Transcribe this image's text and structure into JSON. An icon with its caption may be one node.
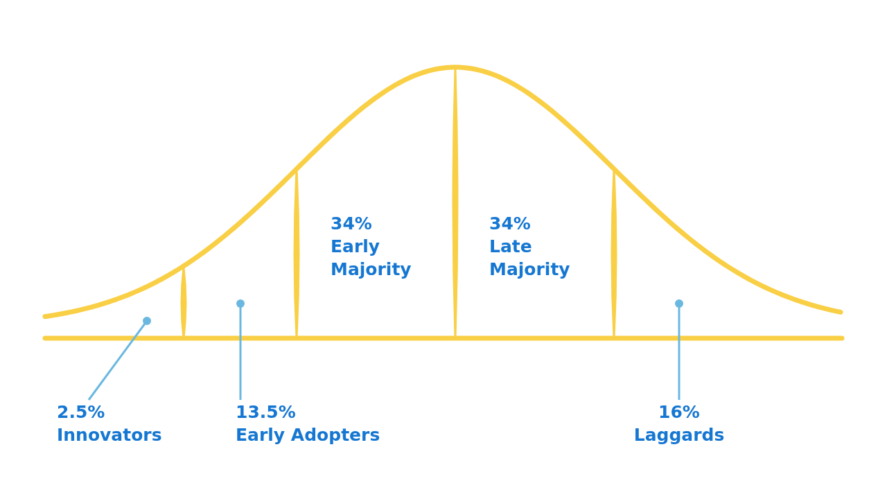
{
  "diagram": {
    "nodes": [
      {
        "text": [
          "2.5%",
          "Innovators"
        ]
      },
      {
        "text": [
          "13.5%",
          "Early Adopters"
        ]
      },
      {
        "text": [
          "16%",
          "Laggards"
        ]
      }
    ],
    "edges": [
      {
        "from": 0,
        "to": null,
        "arrow": "other"
      },
      {
        "from": 1,
        "to": null,
        "arrow": "other"
      },
      {
        "from": 2,
        "to": null,
        "arrow": "other"
      }
    ],
    "labels": [
      "34%",
      "Early Majority",
      "34%",
      "Late Majority"
    ]
  }
}
